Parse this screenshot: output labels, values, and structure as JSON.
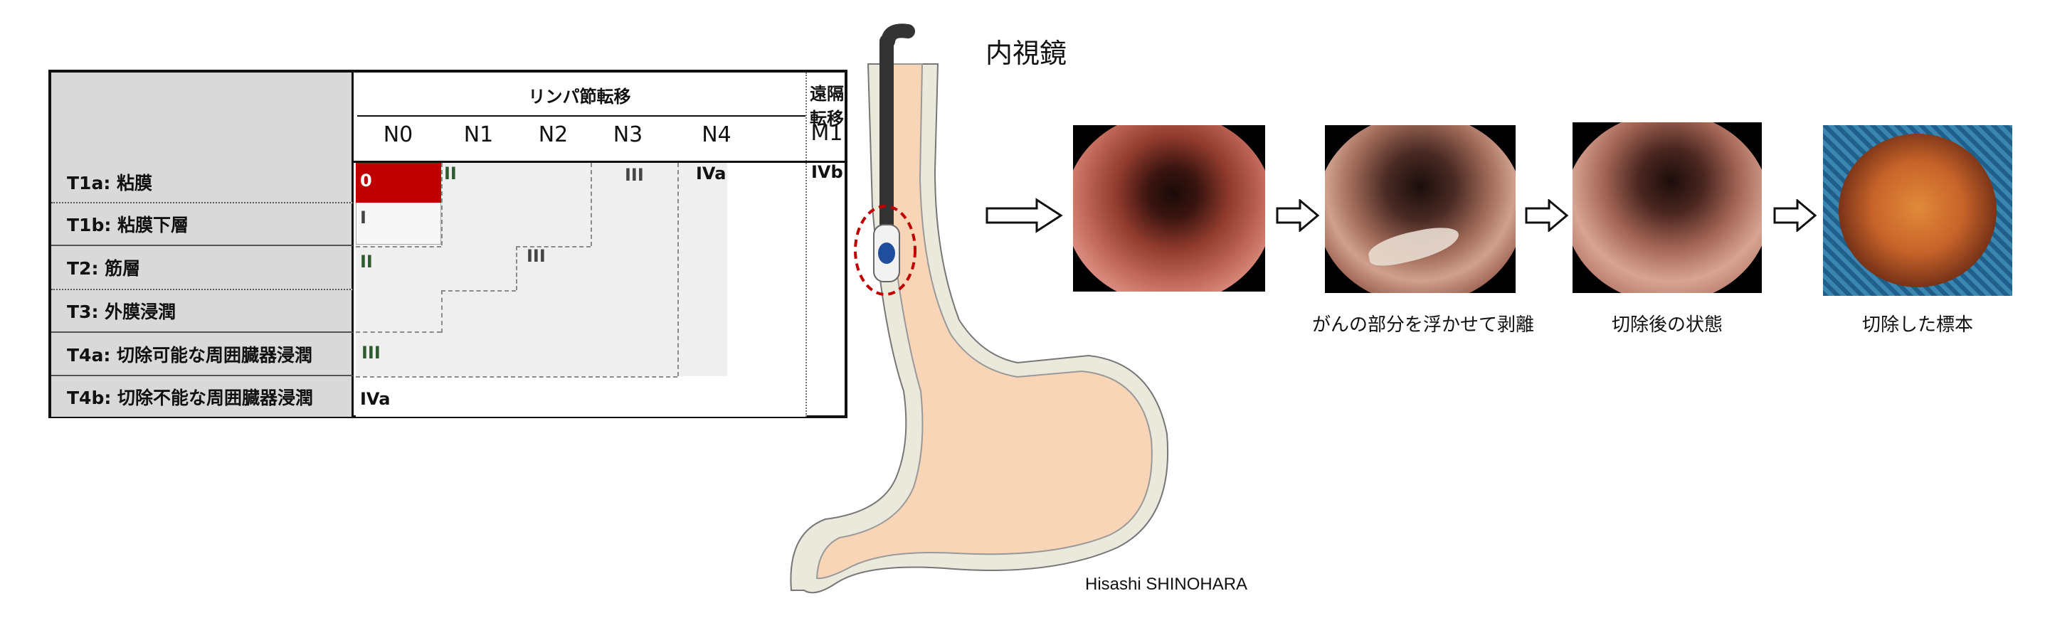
{
  "table": {
    "group_header_lymph": "リンパ節転移",
    "group_header_distant": "遠隔転移",
    "columns": [
      "N0",
      "N1",
      "N2",
      "N3",
      "N4",
      "M1"
    ],
    "rows": [
      "T1a: 粘膜",
      "T1b: 粘膜下層",
      "T2: 筋層",
      "T3: 外膜浸潤",
      "T4a: 切除可能な周囲臓器浸潤",
      "T4b: 切除不能な周囲臓器浸潤"
    ],
    "stages": {
      "s0": "0",
      "s1": "I",
      "s2_t1": "II",
      "s2_t2": "II",
      "s3_t1": "III",
      "s3_t2": "III",
      "s3_t4a": "III",
      "s4a_t1": "IVa",
      "s4a_t4b": "IVa",
      "s4b": "IVb"
    },
    "colors": {
      "stage0": "#c00000",
      "header_bg": "#d9d9d9",
      "shade": "#efefef",
      "green_text": "#2e5b2e"
    }
  },
  "diagram": {
    "endoscope_label": "内視鏡",
    "credit": "Hisashi SHINOHARA",
    "colors": {
      "stomach_fill": "#f9d5b8",
      "stomach_wall": "#ebe9dc",
      "endoscope": "#333333",
      "tumor": "#1f4e9e",
      "highlight_circle": "#c00000"
    }
  },
  "photos": {
    "captions": [
      "がんの部分を浮かせて剥離",
      "切除後の状態",
      "切除した標本"
    ]
  }
}
